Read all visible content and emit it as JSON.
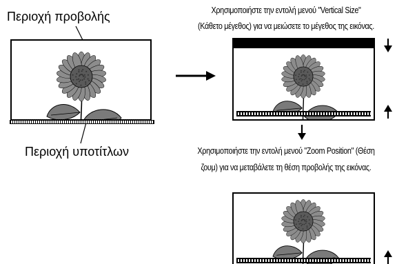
{
  "labels": {
    "projection_area": "Περιοχή προβολής",
    "subtitle_area": "Περιοχή υποτίτλων",
    "instruction_vertical_line1": "Χρησιμοποιήστε την εντολή μενού \"Vertical Size\"",
    "instruction_vertical_line2": "(Κάθετο μέγεθος) για να μειώσετε το μέγεθος της εικόνας.",
    "instruction_zoom_line1": "Χρησιμοποιήστε την εντολή μενού \"Zoom Position\" (Θέση",
    "instruction_zoom_line2": "ζουμ) για να μεταβάλετε τη θέση προβολής της εικόνας."
  },
  "icons": {
    "image": "sunflower-icon",
    "arrow_right": "arrow-right-icon",
    "arrow_down": "arrow-down-icon",
    "arrow_up": "arrow-up-icon"
  },
  "colors": {
    "flower_petal": "#8c8c8c",
    "flower_center": "#5a5a5a",
    "leaf": "#7a7a7a",
    "stroke": "#000000"
  }
}
